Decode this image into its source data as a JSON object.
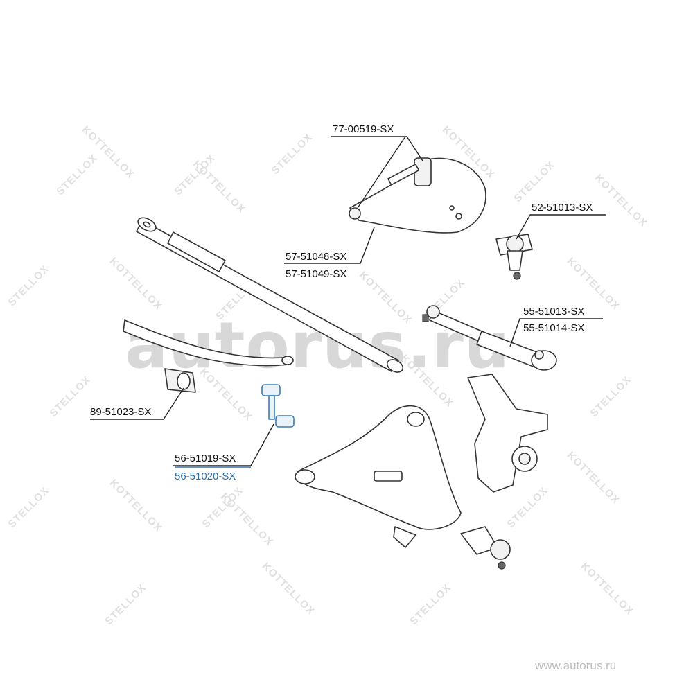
{
  "watermark": {
    "brand_a": "STELLOX",
    "brand_b": "KOTTELLOX",
    "site_overlay": "autorus.ru"
  },
  "footer": {
    "url": "www.autorus.ru"
  },
  "parts": {
    "upper_arm_bushing": "77-00519-SX",
    "ball_joint_upper": "52-51013-SX",
    "upper_arm_left": "57-51048-SX",
    "upper_arm_right": "57-51049-SX",
    "tie_rod_end_left": "55-51013-SX",
    "tie_rod_end_right": "55-51014-SX",
    "stabilizer_bushing": "89-51023-SX",
    "stabilizer_link_a": "56-51019-SX",
    "stabilizer_link_b": "56-51020-SX"
  },
  "colors": {
    "highlight": "#2a6fb0",
    "line": "#222222"
  }
}
